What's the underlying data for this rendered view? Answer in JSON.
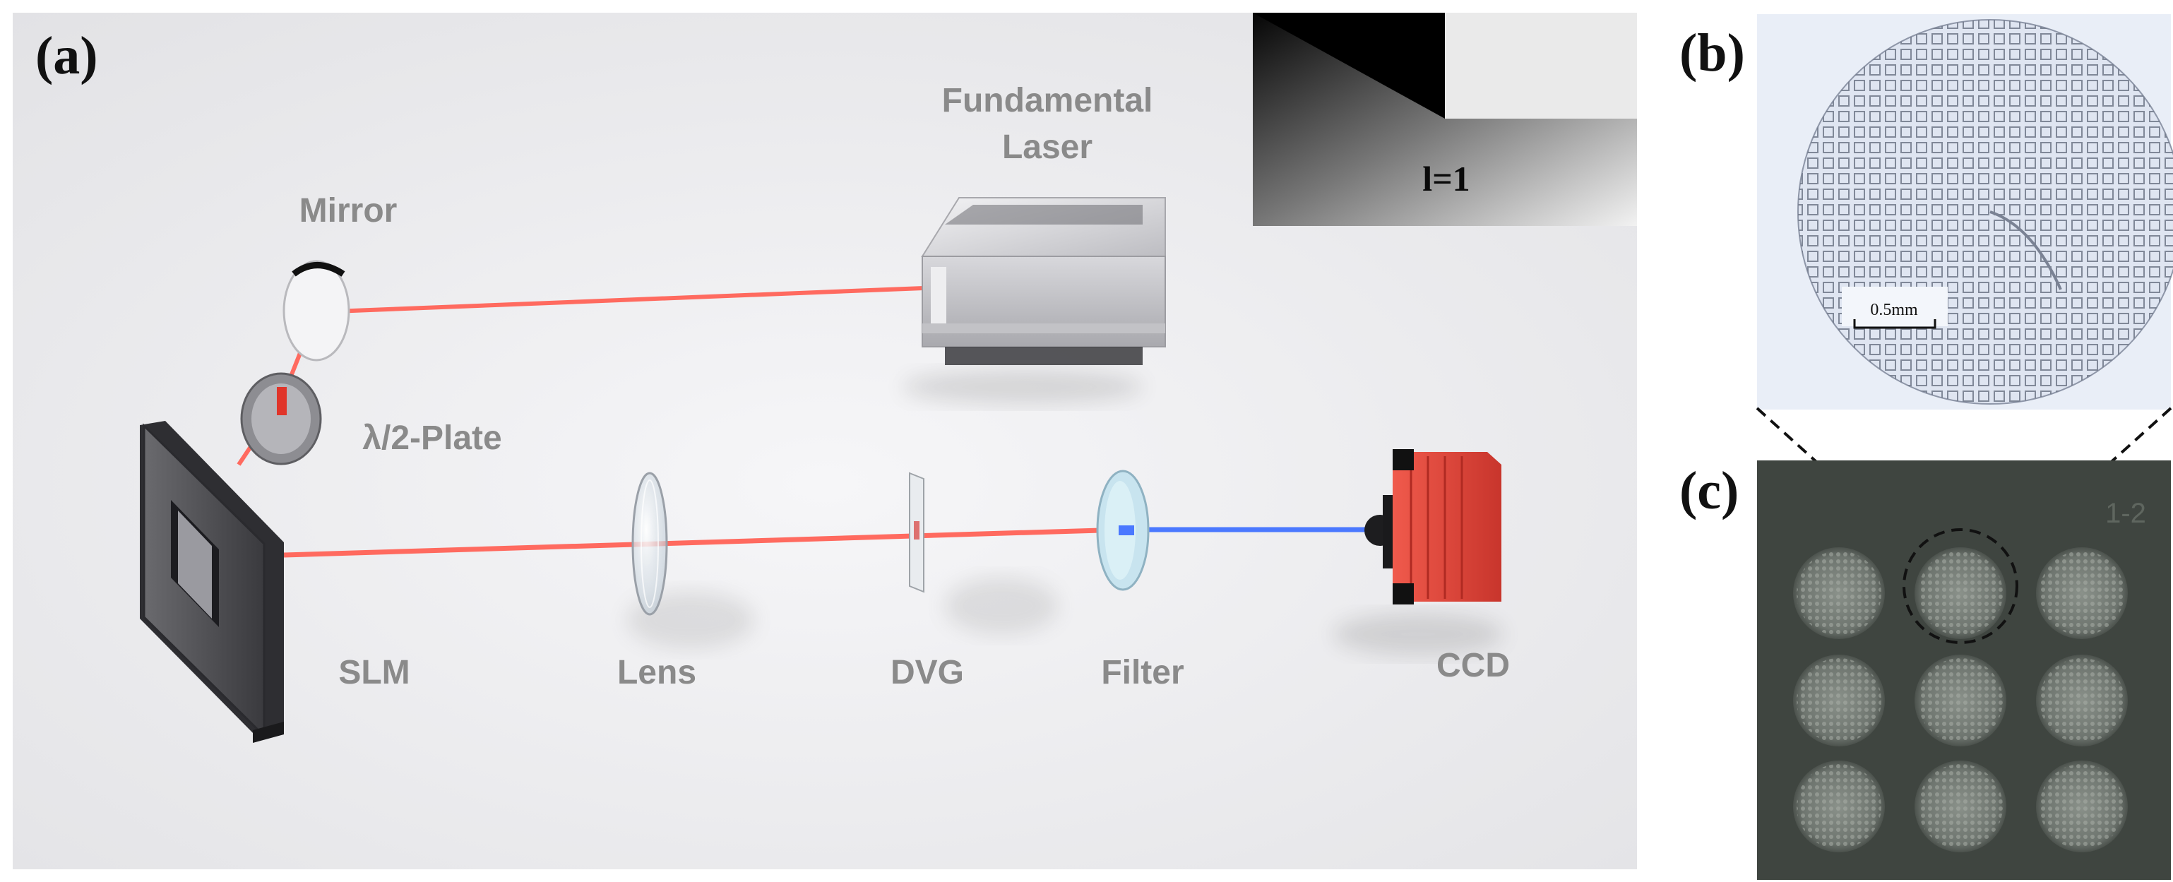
{
  "panels": {
    "a": {
      "tag": "(a)"
    },
    "b": {
      "tag": "(b)",
      "scale_bar_label": "0.5mm"
    },
    "c": {
      "tag": "(c)",
      "sample_label": "1-2"
    }
  },
  "components": {
    "fundamental_laser": "Fundamental\nLaser",
    "mirror": "Mirror",
    "half_wave_plate": "λ/2-Plate",
    "slm": "SLM",
    "lens": "Lens",
    "dvg": "DVG",
    "filter": "Filter",
    "ccd": "CCD"
  },
  "inset": {
    "label": "l=1"
  },
  "colors": {
    "fundamental_beam": "#ff6a5f",
    "harmonic_beam": "#4a78ff",
    "ccd_body": "#e8453a",
    "slm_frame": "#4a4a4e",
    "laser_body": "#d8d8dc",
    "panel_a_bg": "#ededef",
    "panel_b_bg": "#e9eef7",
    "panel_c_bg": "#3f4540"
  }
}
